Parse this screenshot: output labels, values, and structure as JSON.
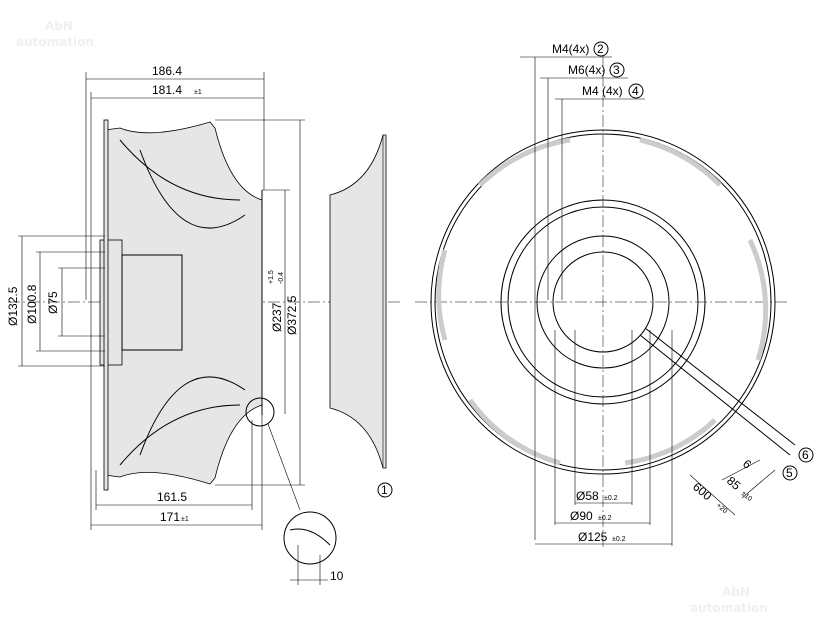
{
  "watermark": {
    "line1": "AbN",
    "line2": "automation"
  },
  "side_view": {
    "dim_overall_length": "186.4",
    "dim_length": "181.4",
    "dim_length_tol": "±1",
    "dim_d1": "Ø132.5",
    "dim_d2": "Ø100.8",
    "dim_d3": "Ø75",
    "dim_d_inner": "Ø237",
    "dim_d_inner_tol_upper": "+1.5",
    "dim_d_inner_tol_lower": "-0.4",
    "dim_d_outer": "Ø372.5",
    "dim_bottom_1": "161.5",
    "dim_bottom_2": "171",
    "dim_bottom_2_tol": "±1",
    "detail_dim": "10",
    "callout_1": "1"
  },
  "front_view": {
    "callouts": [
      {
        "label": "M4(4x)",
        "num": "2"
      },
      {
        "label": "M6(4x)",
        "num": "3"
      },
      {
        "label": "M4 (4x)",
        "num": "4"
      }
    ],
    "dim_d58": "Ø58",
    "dim_d58_tol": "±0.2",
    "dim_d90": "Ø90",
    "dim_d90_tol": "±0.2",
    "dim_d125": "Ø125",
    "dim_d125_tol": "±0.2",
    "cable_dim_600": "600",
    "cable_dim_600_tol": "+20",
    "cable_dim_85": "85",
    "cable_dim_85_tol": "±10",
    "cable_dim_6": "6",
    "callout_5": "5",
    "callout_6": "6"
  }
}
